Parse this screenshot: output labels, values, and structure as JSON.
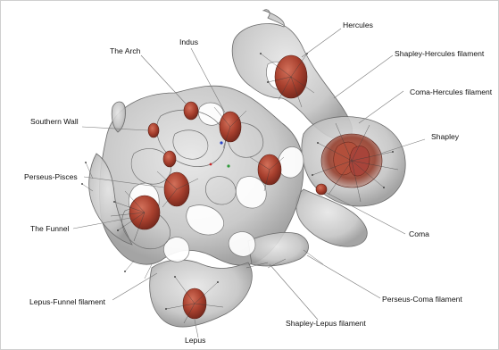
{
  "colors": {
    "background": "#ffffff",
    "surface_fill": "#c9c9c9",
    "surface_edge": "#6b6b6b",
    "cluster_fill": "#b84a36",
    "flow_lines": "#3a3a3a",
    "label_text": "#111111"
  },
  "labels": {
    "hercules": "Hercules",
    "the_arch": "The Arch",
    "indus": "Indus",
    "shapley_hercules_filament": "Shapley-Hercules filament",
    "coma_hercules_filament": "Coma-Hercules filament",
    "southern_wall": "Southern Wall",
    "shapley": "Shapley",
    "perseus_pisces": "Perseus-Pisces",
    "the_funnel": "The Funnel",
    "coma": "Coma",
    "lepus_funnel_filament": "Lepus-Funnel filament",
    "perseus_coma_filament": "Perseus-Coma filament",
    "shapley_lepus_filament": "Shapley-Lepus filament",
    "lepus": "Lepus"
  }
}
